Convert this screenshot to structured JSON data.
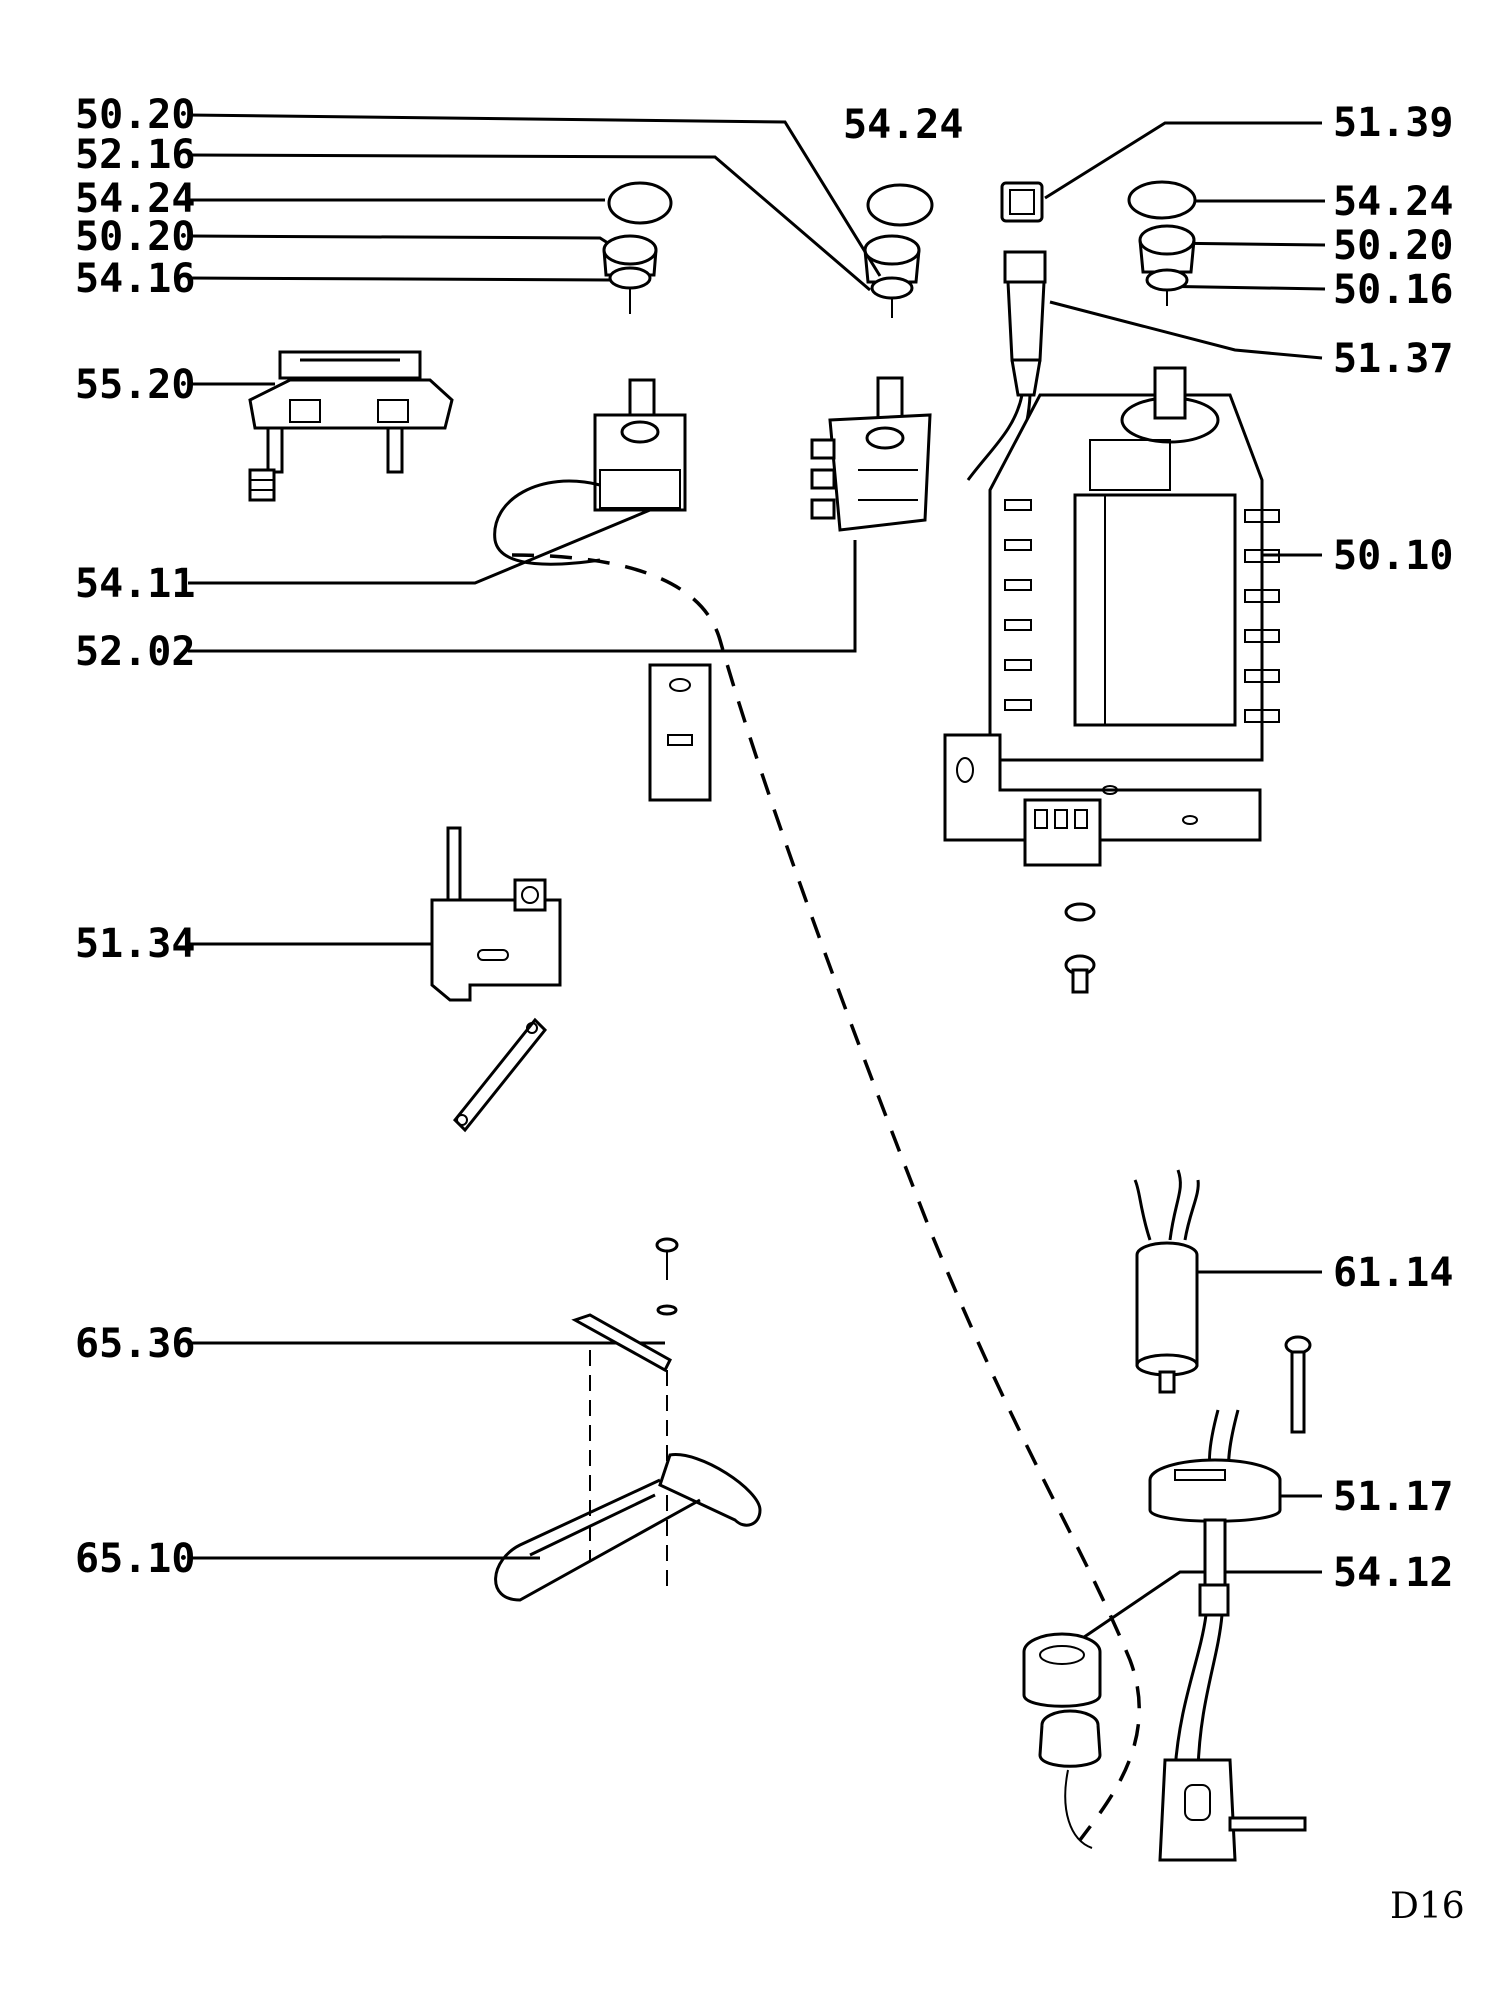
{
  "labels_left": [
    "50.20",
    "52.16",
    "54.24",
    "50.20",
    "54.16",
    "55.20",
    "54.11",
    "52.02",
    "51.34",
    "65.36",
    "65.10"
  ],
  "labels_top": [
    "54.24"
  ],
  "labels_right": [
    "51.39",
    "54.24",
    "50.20",
    "50.16",
    "51.37",
    "50.10",
    "61.14",
    "51.17",
    "54.12"
  ],
  "page_code": "D16"
}
